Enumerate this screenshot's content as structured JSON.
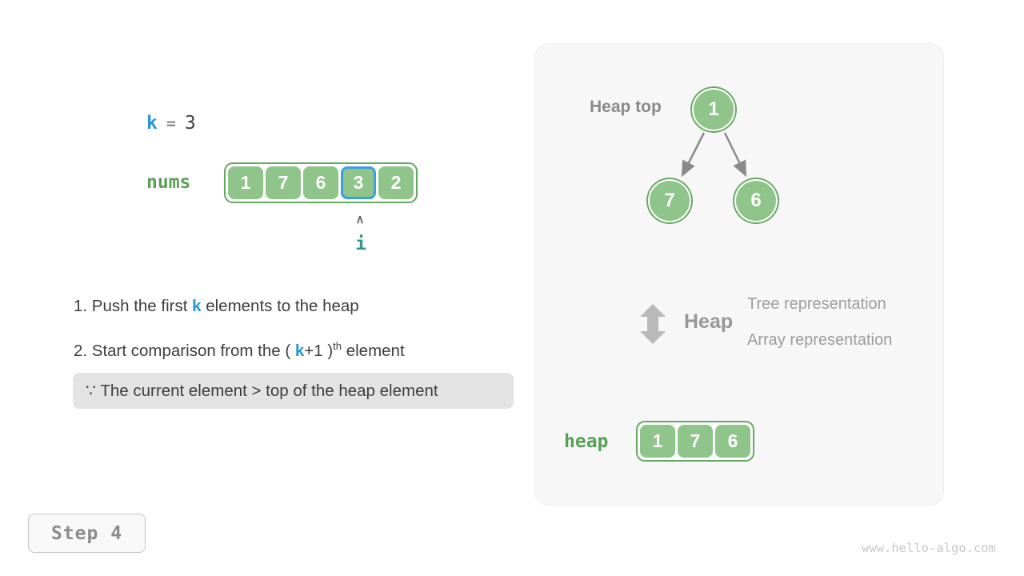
{
  "colors": {
    "cell_green": "#8fc48a",
    "border_green": "#68a763",
    "label_green": "#58a054",
    "accent_blue": "#2596d8",
    "highlight_border_blue": "#3f9de0",
    "pointer_teal": "#33968b",
    "text_dark": "#3d3d3d",
    "gray_label": "#8a8a8a",
    "panel_bg": "#f7f7f8",
    "note_bg": "#e3e3e3"
  },
  "left": {
    "k_label": "k",
    "k_equals": "=",
    "k_value": "3",
    "nums_label": "nums",
    "nums": [
      "1",
      "7",
      "6",
      "3",
      "2"
    ],
    "highlighted_index": 3,
    "caret": "∧",
    "pointer_label": "i",
    "step1": {
      "pre": "1. Push the first ",
      "k": "k",
      "post": " elements to the heap"
    },
    "step2": {
      "pre": "2. Start comparison from the ",
      "open": "( ",
      "k": "k",
      "mid": "+1",
      "close": " )",
      "sup": "th",
      "post": " element"
    },
    "note": "∵ The current element > top of the heap element"
  },
  "panel": {
    "heap_top_label": "Heap top",
    "tree": {
      "root": "1",
      "left_child": "7",
      "right_child": "6"
    },
    "heap_word": "Heap",
    "representation_tree": "Tree representation",
    "representation_array": "Array representation",
    "heap_label": "heap",
    "heap": [
      "1",
      "7",
      "6"
    ]
  },
  "footer": {
    "step_label": "Step 4",
    "watermark": "www.hello-algo.com"
  }
}
